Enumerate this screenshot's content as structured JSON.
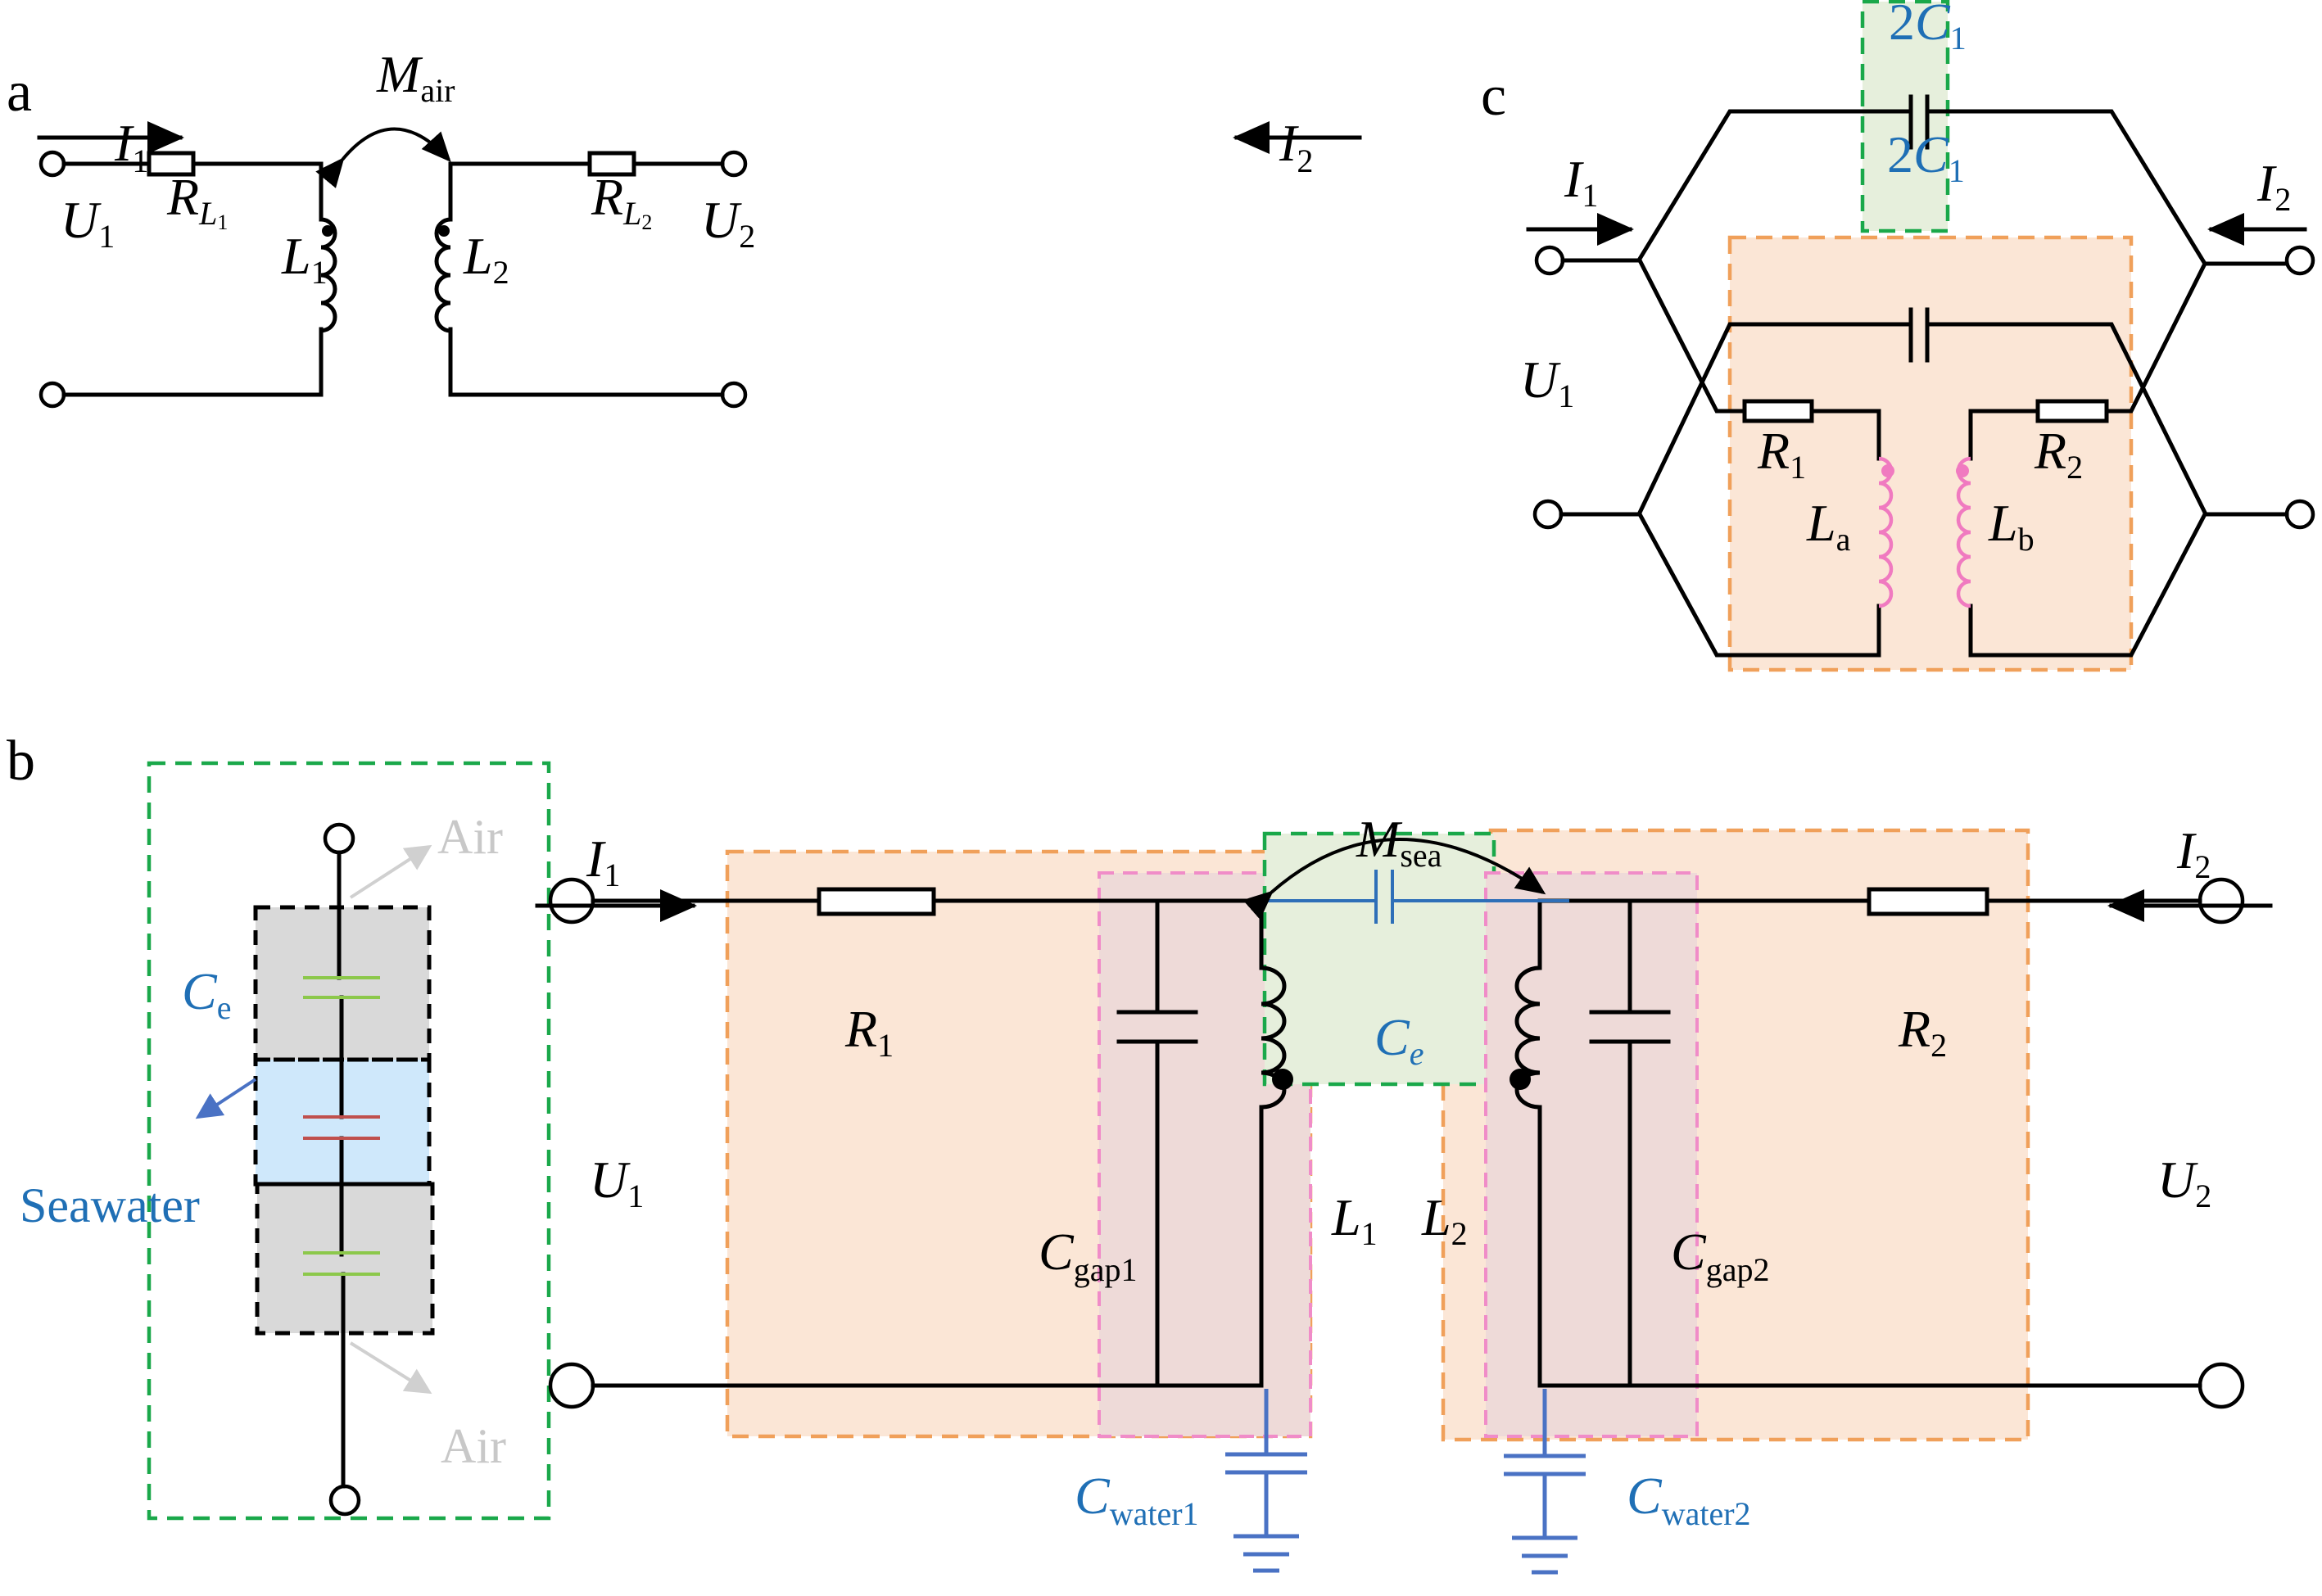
{
  "figure": {
    "panels": {
      "a": {
        "label": "a",
        "I1": {
          "main": "I",
          "sub": "1"
        },
        "I2": {
          "main": "I",
          "sub": "2"
        },
        "U1": {
          "main": "U",
          "sub": "1"
        },
        "U2": {
          "main": "U",
          "sub": "2"
        },
        "RL1": {
          "main": "R",
          "sub": "L",
          "subsub": "1"
        },
        "RL2": {
          "main": "R",
          "sub": "L",
          "subsub": "2"
        },
        "L1": {
          "main": "L",
          "sub": "1"
        },
        "L2": {
          "main": "L",
          "sub": "2"
        },
        "M": {
          "main": "M",
          "sub": "air"
        }
      },
      "b": {
        "label": "b",
        "Ce_left": {
          "main": "C",
          "sub": "e"
        },
        "air_top": "Air",
        "air_bottom": "Air",
        "seawater": "Seawater",
        "I1": {
          "main": "I",
          "sub": "1"
        },
        "I2": {
          "main": "I",
          "sub": "2"
        },
        "U1": {
          "main": "U",
          "sub": "1"
        },
        "U2": {
          "main": "U",
          "sub": "2"
        },
        "R1": {
          "main": "R",
          "sub": "1"
        },
        "R2": {
          "main": "R",
          "sub": "2"
        },
        "L1": {
          "main": "L",
          "sub": "1"
        },
        "L2": {
          "main": "L",
          "sub": "2"
        },
        "M": {
          "main": "M",
          "sub": "sea"
        },
        "Ce": {
          "main": "C",
          "sub": "e"
        },
        "Cgap1": {
          "main": "C",
          "sub": "gap1"
        },
        "Cgap2": {
          "main": "C",
          "sub": "gap2"
        },
        "Cwater1": {
          "main": "C",
          "sub": "water1"
        },
        "Cwater2": {
          "main": "C",
          "sub": "water2"
        }
      },
      "c": {
        "label": "c",
        "C_top": {
          "pre": "2",
          "main": "C",
          "sub": "1"
        },
        "C_bottom": {
          "pre": "2",
          "main": "C",
          "sub": "1"
        },
        "I1": {
          "main": "I",
          "sub": "1"
        },
        "I2": {
          "main": "I",
          "sub": "2"
        },
        "U1": {
          "main": "U",
          "sub": "1"
        },
        "R1": {
          "main": "R",
          "sub": "1"
        },
        "R2": {
          "main": "R",
          "sub": "2"
        },
        "La": {
          "main": "L",
          "sub": "a"
        },
        "Lb": {
          "main": "L",
          "sub": "b"
        }
      }
    },
    "colors": {
      "green_region": "#e6efdc",
      "orange_region": "#fbe6d6",
      "pink_region": "#eedad8",
      "grey_block": "#d9d9d9",
      "seawater_block": "#cfe8fb",
      "label_blue": "#1f6fb5",
      "capacitor_green": "#8cc84b",
      "capacitor_red": "#c0504d",
      "inductor_pink": "#f07ac0"
    }
  }
}
